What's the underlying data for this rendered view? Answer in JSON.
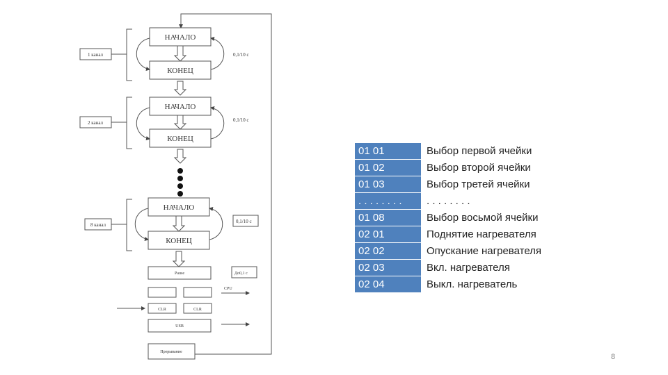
{
  "diagram": {
    "start_label": "НАЧАЛО",
    "end_label": "КОНЕЦ",
    "channels": [
      {
        "side": "1 канал",
        "time": "0,1/10 с"
      },
      {
        "side": "2 канал",
        "time": "0,1/10 с"
      },
      {
        "side": "8 канал",
        "time": "0,1/10 с"
      }
    ],
    "pause_label": "Pause",
    "pause_time": "Дo0,1 с",
    "cpu_label": "CPU",
    "clr_left": "CLR",
    "clr_right": "CLR",
    "usb_label": "USB",
    "interrupt_label": "Прерывание"
  },
  "table": {
    "rows": [
      {
        "code": "01 01",
        "desc": "Выбор первой ячейки"
      },
      {
        "code": "01 02",
        "desc": "Выбор второй ячейки"
      },
      {
        "code": "01 03",
        "desc": "Выбор третей ячейки"
      },
      {
        "code": ". . . . . . . .",
        "desc": ". . . . . . . ."
      },
      {
        "code": "01 08",
        "desc": "Выбор восьмой ячейки"
      },
      {
        "code": "02 01",
        "desc": "Поднятие нагревателя"
      },
      {
        "code": "02 02",
        "desc": "Опускание нагревателя"
      },
      {
        "code": "02 03",
        "desc": "Вкл. нагревателя"
      },
      {
        "code": "02 04",
        "desc": "Выкл. нагреватель"
      }
    ]
  },
  "page_number": "8"
}
